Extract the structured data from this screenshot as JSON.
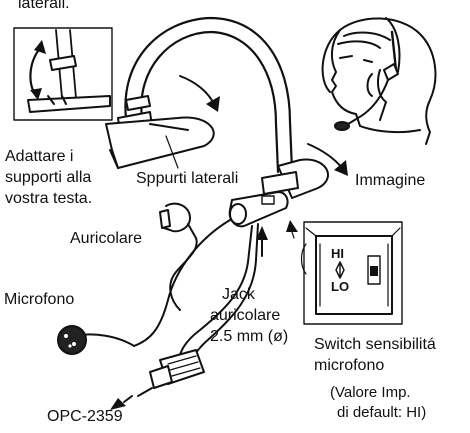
{
  "header": {
    "caption_fragment": "laterali."
  },
  "labels": {
    "fit_supports": [
      "Adattare i",
      "supporti alla",
      "vostra testa."
    ],
    "side_straps": "Sppurti laterali",
    "image": "Immagine",
    "earphone": "Auricolare",
    "microphone": "Microfono",
    "jack": [
      "Jack",
      "auricolare",
      "2.5 mm (ø)"
    ],
    "switch": [
      "Switch sensibilitá",
      "microfono"
    ],
    "default_value": [
      "(Valore Imp.",
      "di default: HI)"
    ],
    "cable": "OPC-2359"
  },
  "switch_panel": {
    "high": "HI",
    "low": "LO"
  }
}
